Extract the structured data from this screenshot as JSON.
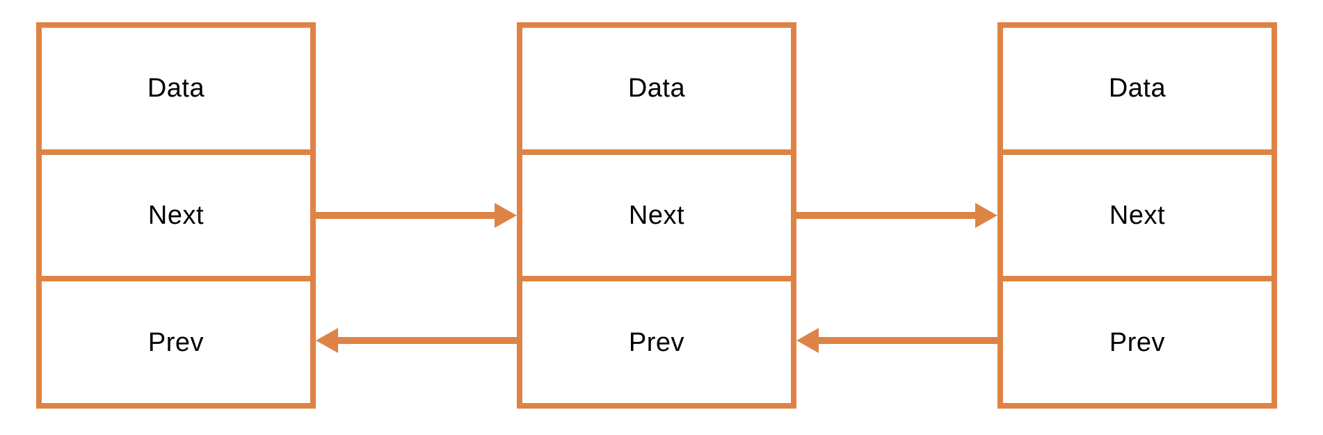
{
  "nodes": [
    {
      "name": "node-1",
      "cells": [
        {
          "label": "Data"
        },
        {
          "label": "Next"
        },
        {
          "label": "Prev"
        }
      ]
    },
    {
      "name": "node-2",
      "cells": [
        {
          "label": "Data"
        },
        {
          "label": "Next"
        },
        {
          "label": "Prev"
        }
      ]
    },
    {
      "name": "node-3",
      "cells": [
        {
          "label": "Data"
        },
        {
          "label": "Next"
        },
        {
          "label": "Prev"
        }
      ]
    }
  ],
  "arrows": [
    {
      "name": "next-pointer-arrow-node1-to-node2",
      "row": "Next",
      "direction": "right"
    },
    {
      "name": "next-pointer-arrow-node2-to-node3",
      "row": "Next",
      "direction": "right"
    },
    {
      "name": "prev-pointer-arrow-node2-to-node1",
      "row": "Prev",
      "direction": "left"
    },
    {
      "name": "prev-pointer-arrow-node3-to-node2",
      "row": "Prev",
      "direction": "left"
    }
  ],
  "colors": {
    "accent": "#DE8346",
    "text": "#000000",
    "background": "#FFFFFF"
  }
}
